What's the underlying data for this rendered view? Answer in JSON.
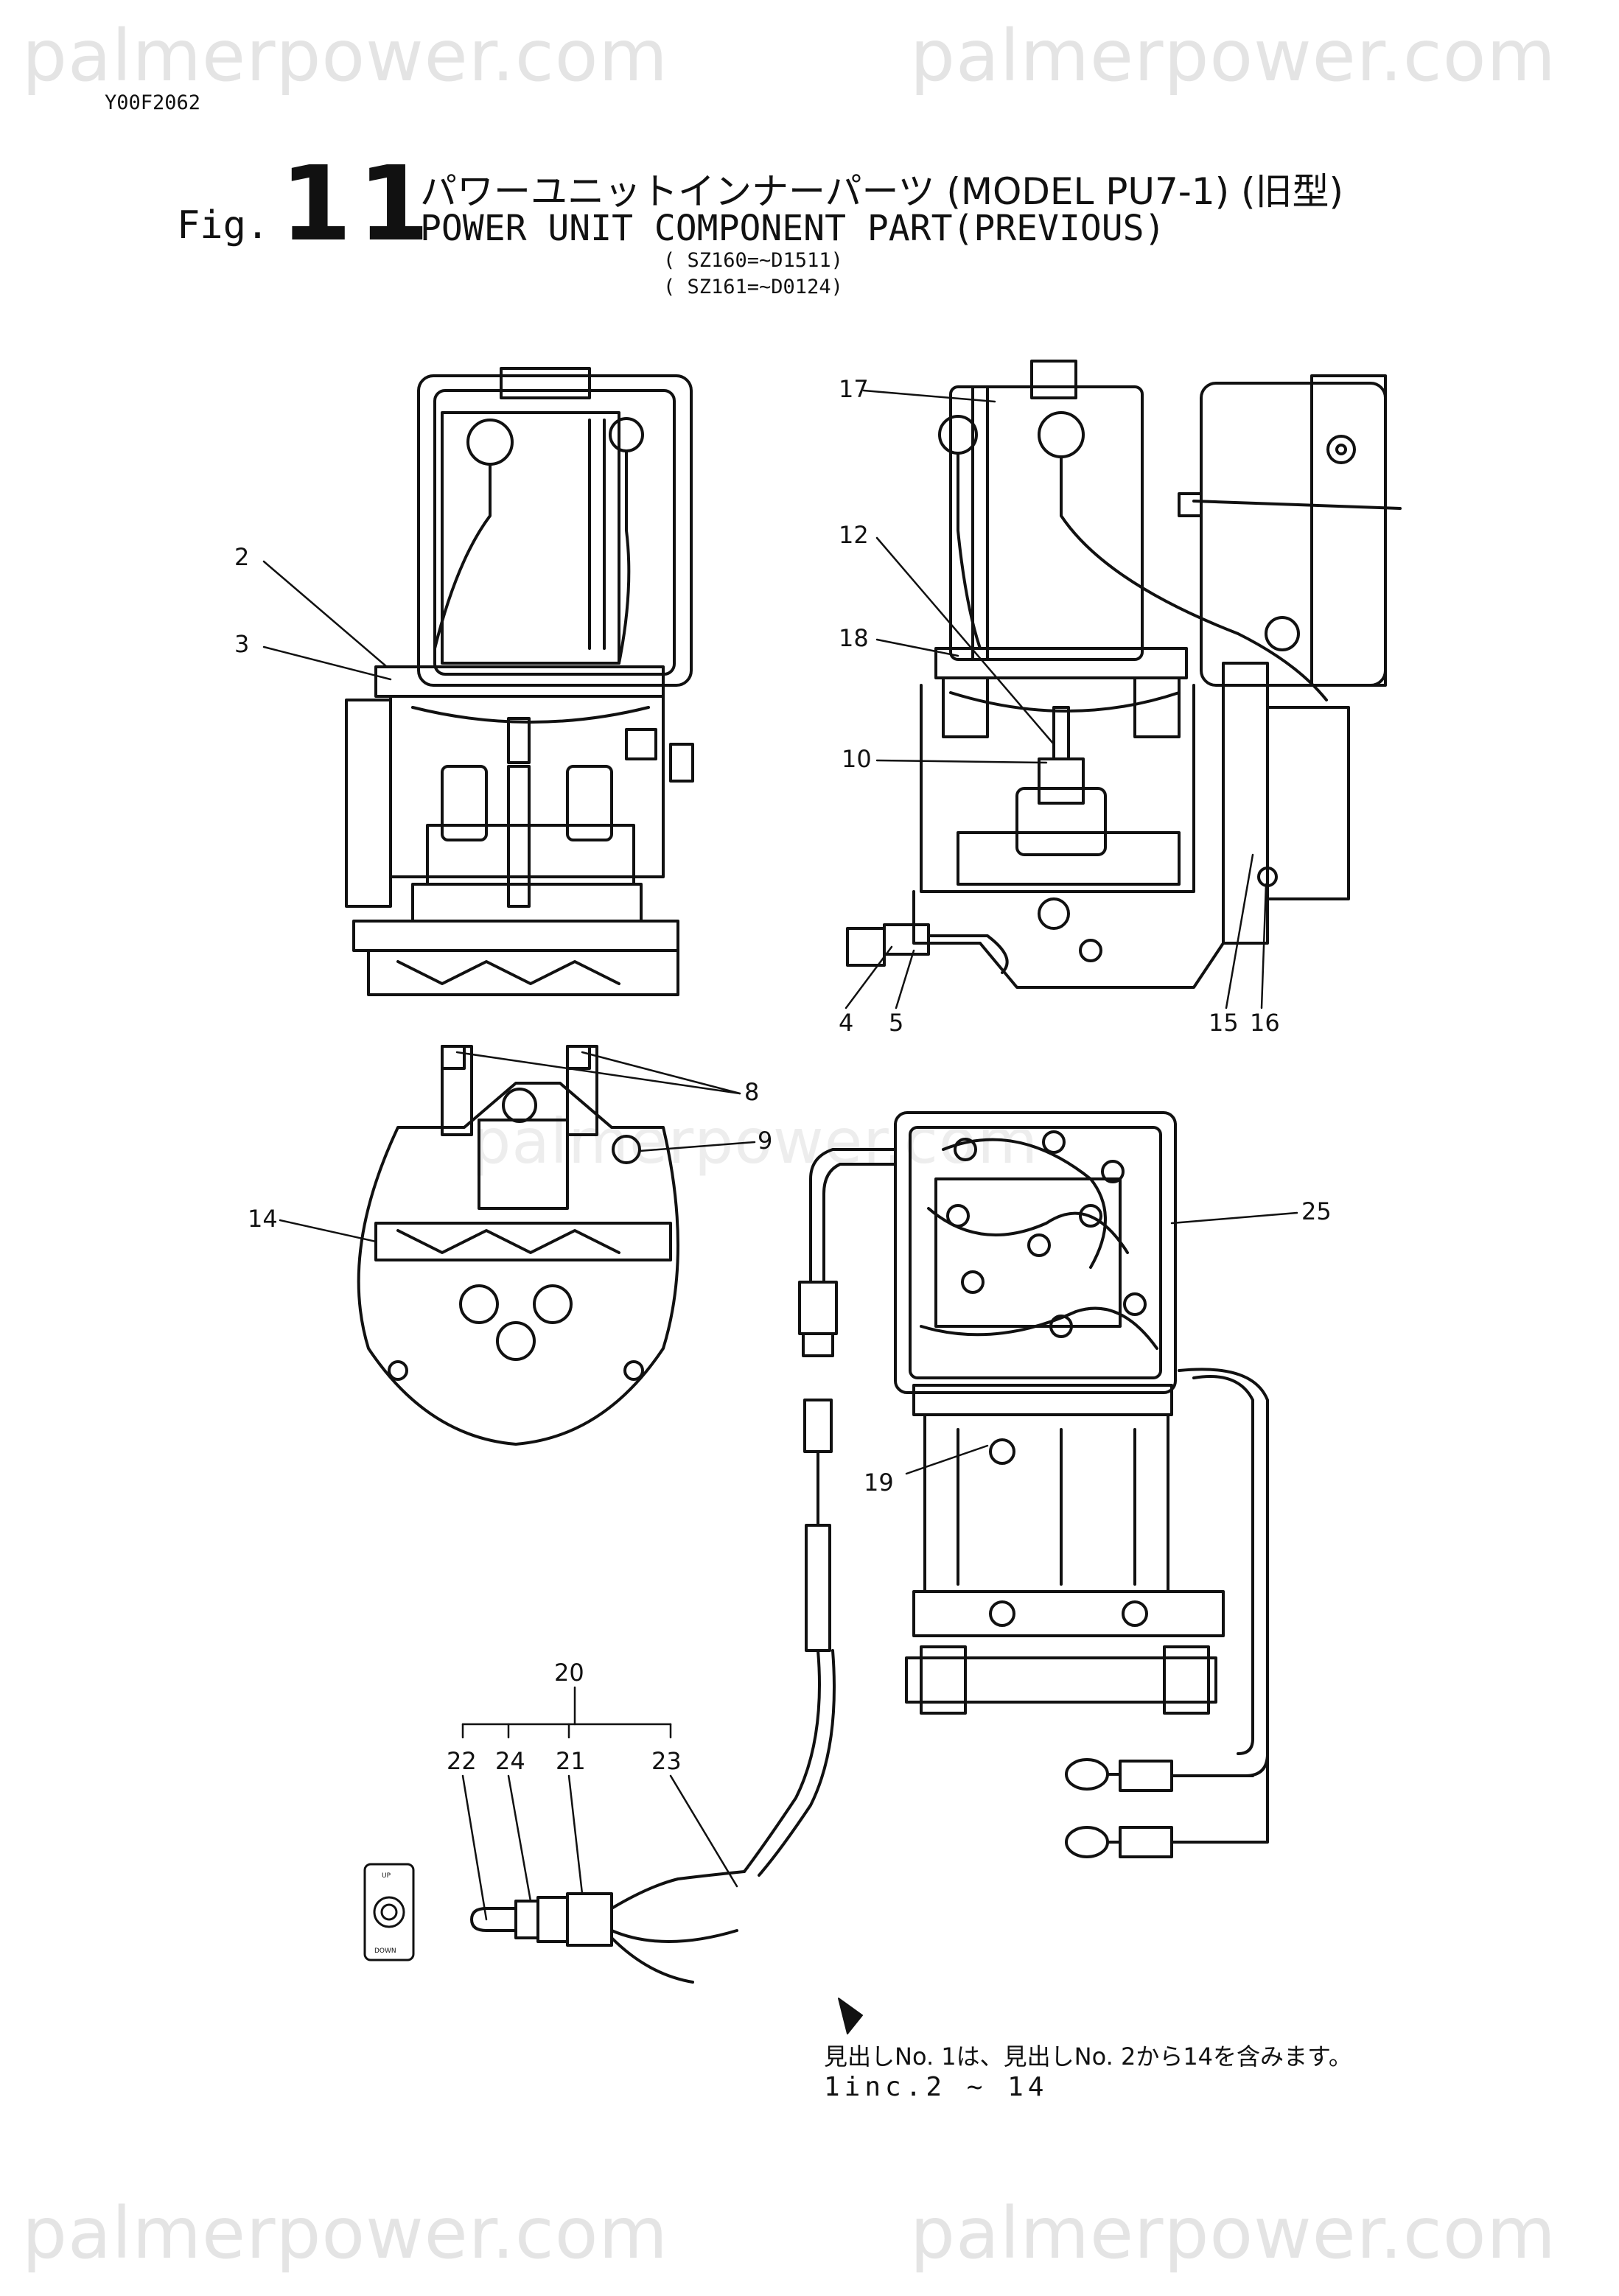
{
  "watermark": "palmerpower.com",
  "doc_code": "Y00F2062",
  "figure": {
    "prefix": "Fig.",
    "number": "11"
  },
  "title_jp": "パワーユニットインナーパーツ (MODEL PU7-1) (旧型)",
  "title_en": "POWER UNIT COMPONENT PART(PREVIOUS)",
  "serials": [
    "( SZ160=~D1511)",
    "( SZ161=~D0124)"
  ],
  "callouts": {
    "c2": "2",
    "c3": "3",
    "c4": "4",
    "c5": "5",
    "c8": "8",
    "c9": "9",
    "c10": "10",
    "c12": "12",
    "c14": "14",
    "c15": "15",
    "c16": "16",
    "c17": "17",
    "c18": "18",
    "c19": "19",
    "c20": "20",
    "c21": "21",
    "c22": "22",
    "c23": "23",
    "c24": "24",
    "c25": "25"
  },
  "switch_plate": {
    "up": "UP",
    "down": "DOWN"
  },
  "note": {
    "jp": "見出しNo. 1は、見出しNo. 2から14を含みます。",
    "en": "1inc.2 ~ 14"
  }
}
